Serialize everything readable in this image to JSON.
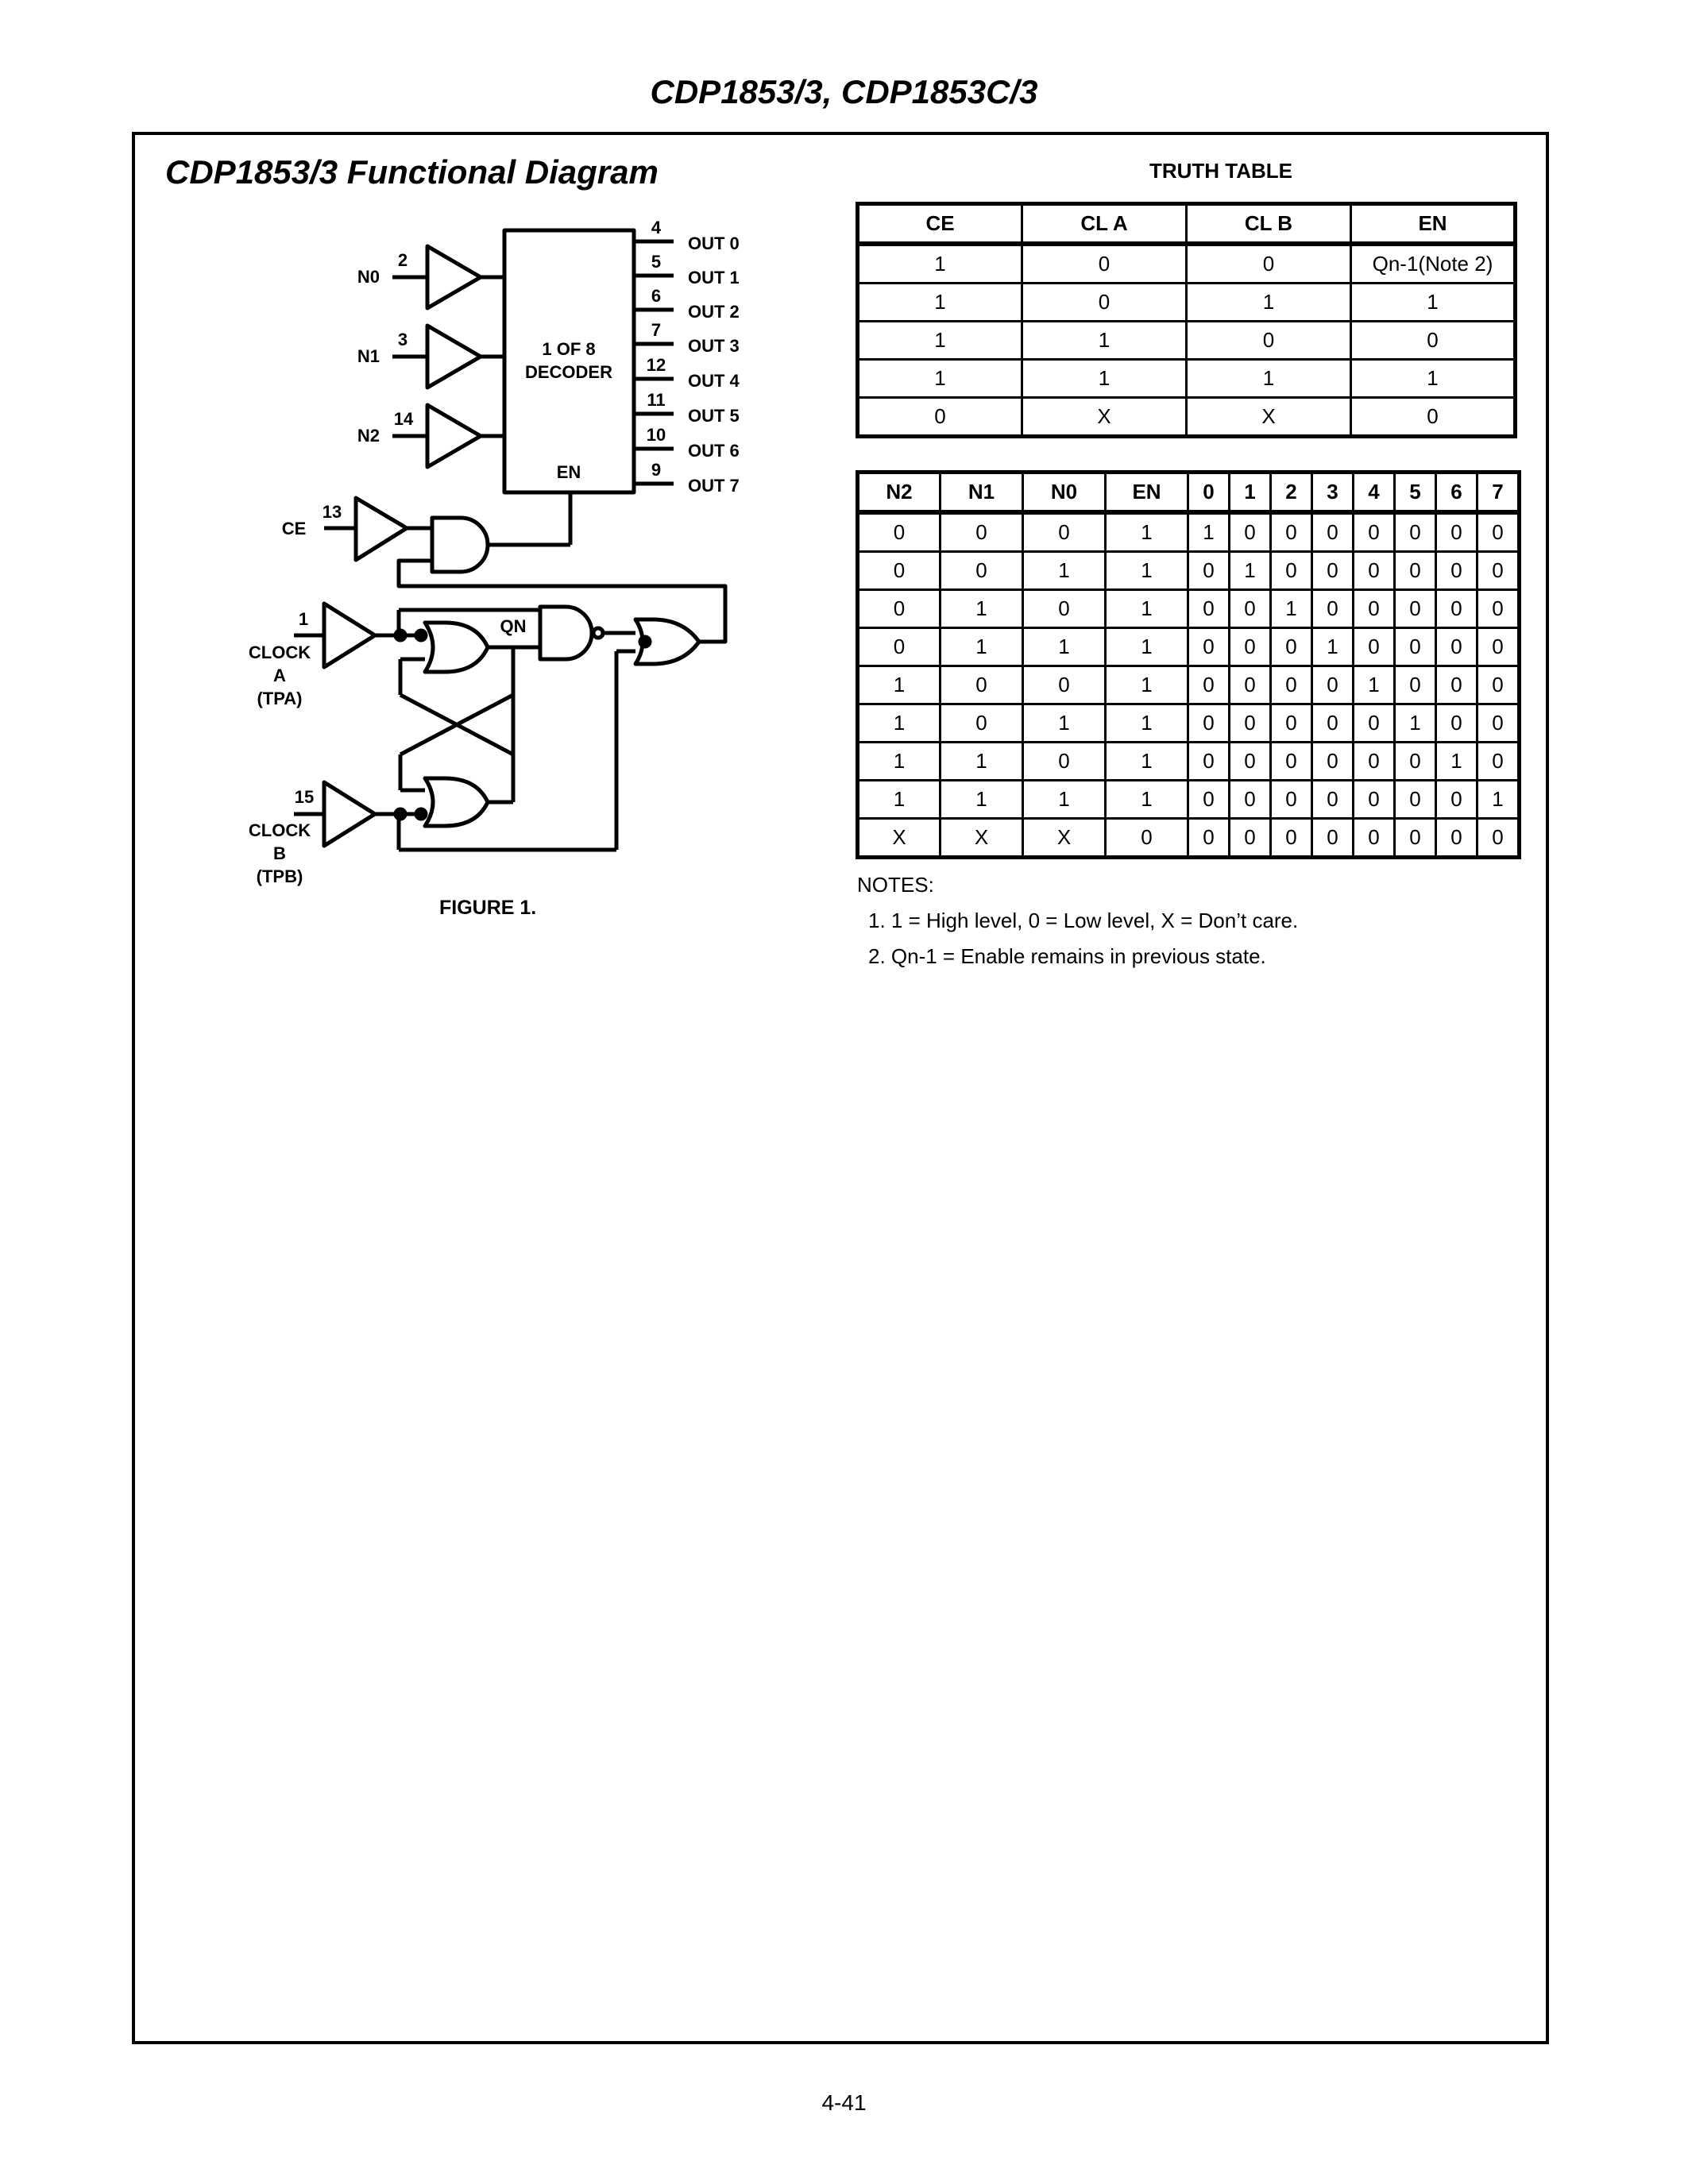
{
  "header": {
    "title": "CDP1853/3, CDP1853C/3"
  },
  "diagram": {
    "title": "CDP1853/3 Functional Diagram",
    "figure_caption": "FIGURE 1.",
    "decoder_label_line1": "1 OF 8",
    "decoder_label_line2": "DECODER",
    "decoder_enable": "EN",
    "inputs": [
      {
        "name": "N0",
        "pin": "2"
      },
      {
        "name": "N1",
        "pin": "3"
      },
      {
        "name": "N2",
        "pin": "14"
      }
    ],
    "outputs": [
      {
        "name": "OUT 0",
        "pin": "4"
      },
      {
        "name": "OUT 1",
        "pin": "5"
      },
      {
        "name": "OUT 2",
        "pin": "6"
      },
      {
        "name": "OUT 3",
        "pin": "7"
      },
      {
        "name": "OUT 4",
        "pin": "12"
      },
      {
        "name": "OUT 5",
        "pin": "11"
      },
      {
        "name": "OUT 6",
        "pin": "10"
      },
      {
        "name": "OUT 7",
        "pin": "9"
      }
    ],
    "ce": {
      "name": "CE",
      "pin": "13"
    },
    "clock_a": {
      "pin": "1",
      "line1": "CLOCK",
      "line2": "A",
      "line3": "(TPA)"
    },
    "clock_b": {
      "pin": "15",
      "line1": "CLOCK",
      "line2": "B",
      "line3": "(TPB)"
    },
    "qn_label": "QN"
  },
  "truth_table": {
    "title": "TRUTH TABLE",
    "headers": [
      "CE",
      "CL A",
      "CL B",
      "EN"
    ],
    "rows": [
      [
        "1",
        "0",
        "0",
        "Qn-1(Note 2)"
      ],
      [
        "1",
        "0",
        "1",
        "1"
      ],
      [
        "1",
        "1",
        "0",
        "0"
      ],
      [
        "1",
        "1",
        "1",
        "1"
      ],
      [
        "0",
        "X",
        "X",
        "0"
      ]
    ]
  },
  "decode_table": {
    "headers": [
      "N2",
      "N1",
      "N0",
      "EN",
      "0",
      "1",
      "2",
      "3",
      "4",
      "5",
      "6",
      "7"
    ],
    "rows": [
      [
        "0",
        "0",
        "0",
        "1",
        "1",
        "0",
        "0",
        "0",
        "0",
        "0",
        "0",
        "0"
      ],
      [
        "0",
        "0",
        "1",
        "1",
        "0",
        "1",
        "0",
        "0",
        "0",
        "0",
        "0",
        "0"
      ],
      [
        "0",
        "1",
        "0",
        "1",
        "0",
        "0",
        "1",
        "0",
        "0",
        "0",
        "0",
        "0"
      ],
      [
        "0",
        "1",
        "1",
        "1",
        "0",
        "0",
        "0",
        "1",
        "0",
        "0",
        "0",
        "0"
      ],
      [
        "1",
        "0",
        "0",
        "1",
        "0",
        "0",
        "0",
        "0",
        "1",
        "0",
        "0",
        "0"
      ],
      [
        "1",
        "0",
        "1",
        "1",
        "0",
        "0",
        "0",
        "0",
        "0",
        "1",
        "0",
        "0"
      ],
      [
        "1",
        "1",
        "0",
        "1",
        "0",
        "0",
        "0",
        "0",
        "0",
        "0",
        "1",
        "0"
      ],
      [
        "1",
        "1",
        "1",
        "1",
        "0",
        "0",
        "0",
        "0",
        "0",
        "0",
        "0",
        "1"
      ],
      [
        "X",
        "X",
        "X",
        "0",
        "0",
        "0",
        "0",
        "0",
        "0",
        "0",
        "0",
        "0"
      ]
    ]
  },
  "notes": {
    "heading": "NOTES:",
    "items": [
      "1.  1 = High level, 0 = Low level, X = Don’t care.",
      "2.  Qn-1 = Enable remains in previous state."
    ]
  },
  "footer": {
    "page_number": "4-41"
  }
}
